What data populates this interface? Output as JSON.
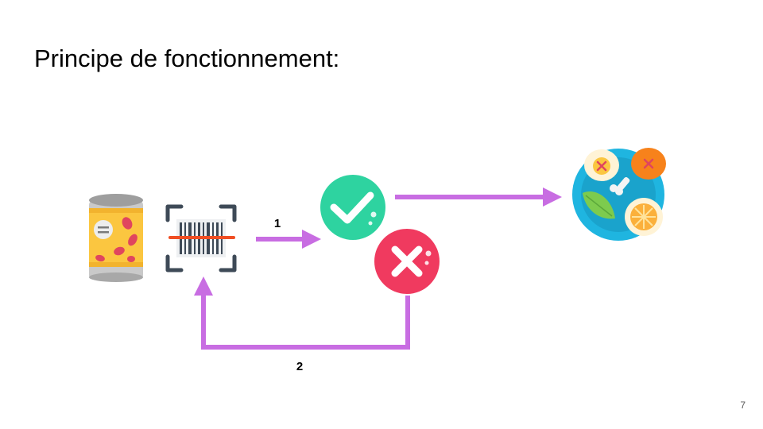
{
  "slide": {
    "title": "Principe de fonctionnement:",
    "page_number": "7"
  },
  "diagram": {
    "step_1_label": "1",
    "step_2_label": "2",
    "arrow_color": "#C86DE2",
    "icons": {
      "can": "food-can-icon",
      "scanner": "barcode-scan-icon",
      "accept": "check-icon",
      "reject": "cross-icon",
      "result": "meal-plate-icon"
    },
    "colors": {
      "check_green": "#2ED3A0",
      "cross_red": "#F03A5F",
      "plate_blue": "#1FB5E0",
      "scan_line": "#F04E23"
    }
  }
}
